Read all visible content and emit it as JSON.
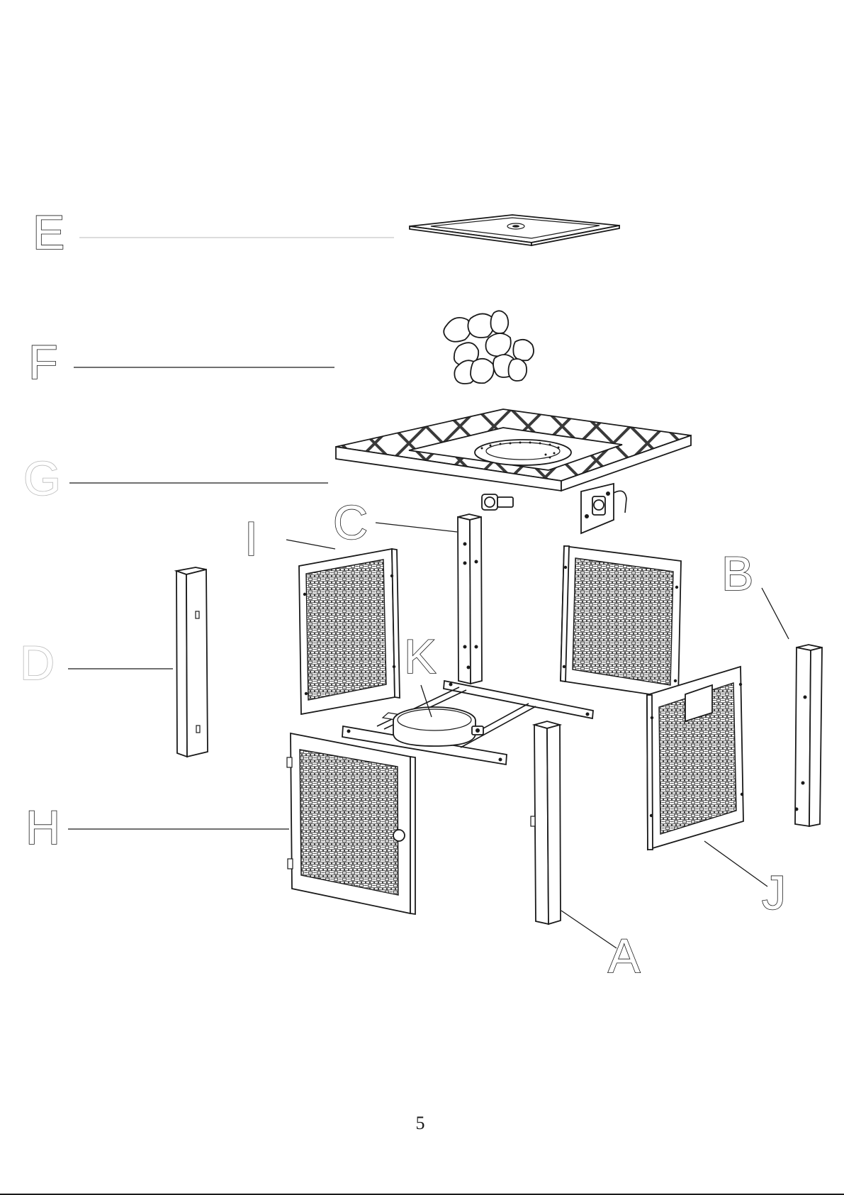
{
  "diagram": {
    "labels": {
      "A": "A",
      "B": "B",
      "C": "C",
      "D": "D",
      "E": "E",
      "F": "F",
      "G": "G",
      "H": "H",
      "I": "I",
      "J": "J",
      "K": "K"
    },
    "page_number": "5"
  }
}
